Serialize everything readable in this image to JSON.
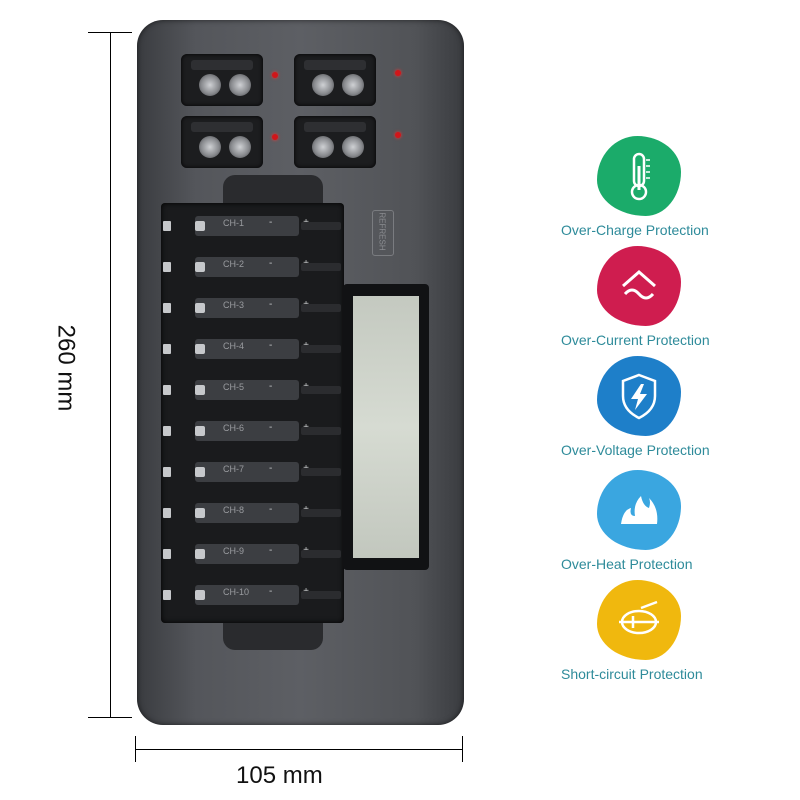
{
  "dimensions": {
    "height_label": "260 mm",
    "width_label": "105 mm"
  },
  "charger": {
    "refresh_label": "REFRESH",
    "channels": [
      "CH-1",
      "CH-2",
      "CH-3",
      "CH-4",
      "CH-5",
      "CH-6",
      "CH-7",
      "CH-8",
      "CH-9",
      "CH-10"
    ],
    "minus_plus": "- +"
  },
  "features": [
    {
      "label": "Over-Charge Protection",
      "icon": "thermometer-icon",
      "color": "#1bab6a"
    },
    {
      "label": "Over-Current Protection",
      "icon": "house-wave-icon",
      "color": "#cf1d4f"
    },
    {
      "label": "Over-Voltage Protection",
      "icon": "shield-bolt-icon",
      "color": "#1e7fc9"
    },
    {
      "label": "Over-Heat Protection",
      "icon": "flame-icon",
      "color": "#3aa6e0"
    },
    {
      "label": "Short-circuit Protection",
      "icon": "short-circuit-icon",
      "color": "#f0b80e"
    }
  ]
}
